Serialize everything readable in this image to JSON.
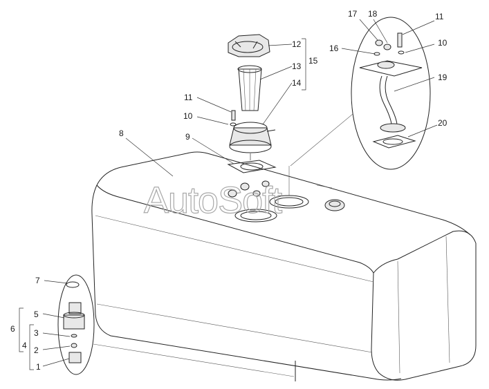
{
  "watermark": "AutoSoft",
  "labels": {
    "l1": "1",
    "l2": "2",
    "l3": "3",
    "l4": "4",
    "l5": "5",
    "l6": "6",
    "l7": "7",
    "l8": "8",
    "l9": "9",
    "l10a": "10",
    "l11a": "11",
    "l12": "12",
    "l13": "13",
    "l14": "14",
    "l15": "15",
    "l16": "16",
    "l17": "17",
    "l18": "18",
    "l11b": "11",
    "l10b": "10",
    "l19": "19",
    "l20": "20"
  }
}
